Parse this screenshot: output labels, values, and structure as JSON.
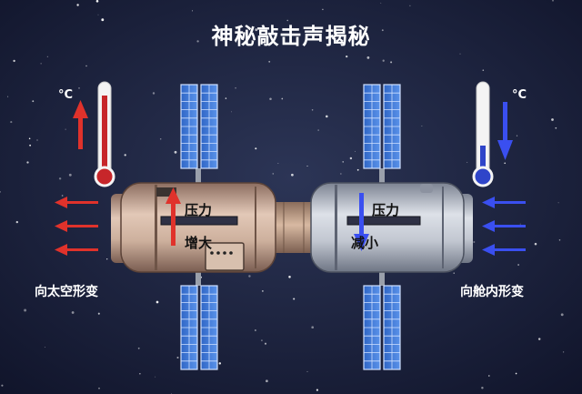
{
  "title": "神秘敲击声揭秘",
  "left_module": {
    "pressure_label": "压力",
    "change_label": "增大",
    "caption": "向太空形变",
    "thermometer_unit": "°C",
    "thermometer_state": "hot",
    "arrow_color": "#e0322b"
  },
  "right_module": {
    "pressure_label": "压力",
    "change_label": "减小",
    "caption": "向舱内形变",
    "thermometer_unit": "°C",
    "thermometer_state": "cold",
    "arrow_color": "#3a4ff0"
  },
  "colors": {
    "background": "#1a2038",
    "solar_panel": "#3b78d8",
    "left_hull": "#c9aa97",
    "right_hull": "#b7bcc7"
  }
}
